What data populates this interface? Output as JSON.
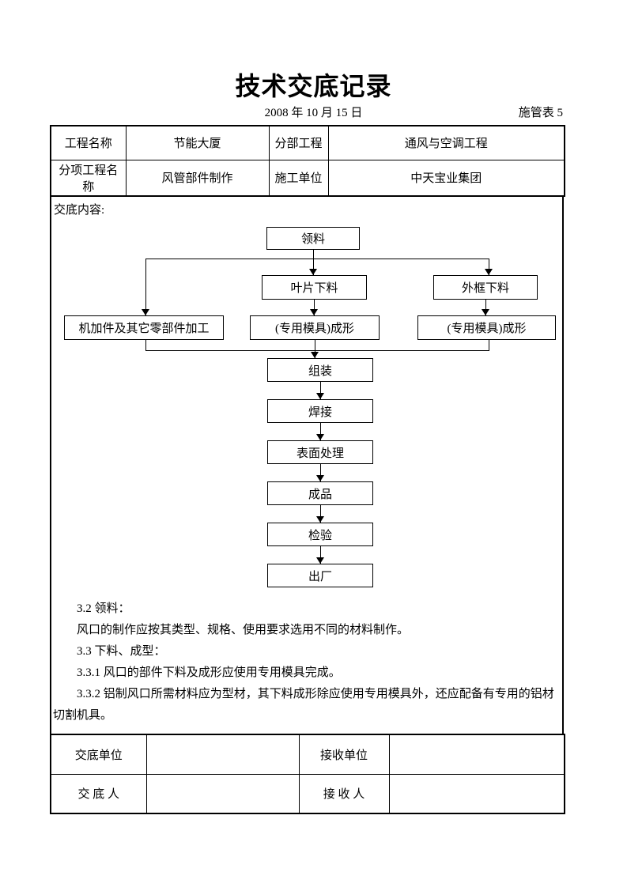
{
  "page": {
    "title": "技术交底记录",
    "date": "2008 年 10 月 15 日",
    "form_code": "施管表 5"
  },
  "header_table": {
    "rows": [
      [
        "工程名称",
        "节能大厦",
        "分部工程",
        "通风与空调工程"
      ],
      [
        "分项工程名称",
        "风管部件制作",
        "施工单位",
        "中天宝业集团"
      ]
    ]
  },
  "content": {
    "section_label": "交底内容:",
    "flowchart": {
      "nodes": {
        "receive_material": "领料",
        "blade_cutting": "叶片下料",
        "frame_cutting": "外框下料",
        "machining": "机加件及其它零部件加工",
        "mould_forming_mid": "(专用模具)成形",
        "mould_forming_right": "(专用模具)成形",
        "assembly": "组装",
        "welding": "焊接",
        "surface_treatment": "表面处理",
        "finished_product": "成品",
        "inspection": "检验",
        "delivery": "出厂"
      }
    },
    "paragraphs": [
      "3.2 领料：",
      "风口的制作应按其类型、规格、使用要求选用不同的材料制作。",
      "3.3 下料、成型：",
      "3.3.1 风口的部件下料及成形应使用专用模具完成。",
      "3.3.2 铝制风口所需材料应为型材，其下料成形除应使用专用模具外，还应配备有专用的铝材切割机具。"
    ]
  },
  "footer_table": {
    "rows": [
      [
        "交底单位",
        "",
        "接收单位",
        ""
      ],
      [
        "交 底 人",
        "",
        "接 收 人",
        ""
      ]
    ]
  },
  "colors": {
    "border": "#000000",
    "text": "#000000",
    "background": "#ffffff"
  }
}
